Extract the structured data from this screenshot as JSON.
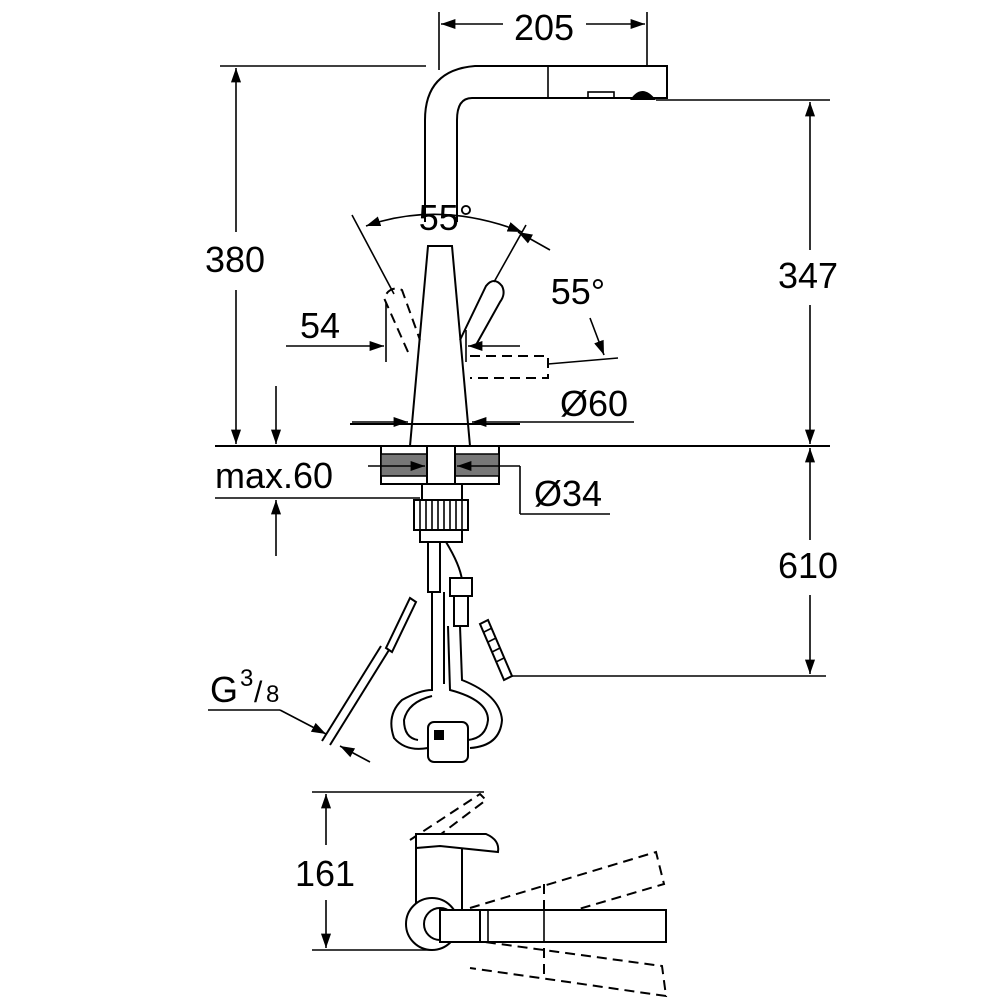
{
  "dimensions": {
    "spout_reach": "205",
    "total_height": "380",
    "outlet_height": "347",
    "lever_angle_top": "55°",
    "lever_angle_side": "55°",
    "lever_offset": "54",
    "base_diameter": "Ø60",
    "hole_diameter": "Ø34",
    "max_counter_thickness": "max.60",
    "hose_length": "610",
    "connection_thread_base": "G",
    "connection_thread_num": "3",
    "connection_thread_den": "8",
    "top_view_height": "161"
  },
  "colors": {
    "line": "#000000",
    "background": "#ffffff",
    "hatch": "#777777"
  }
}
